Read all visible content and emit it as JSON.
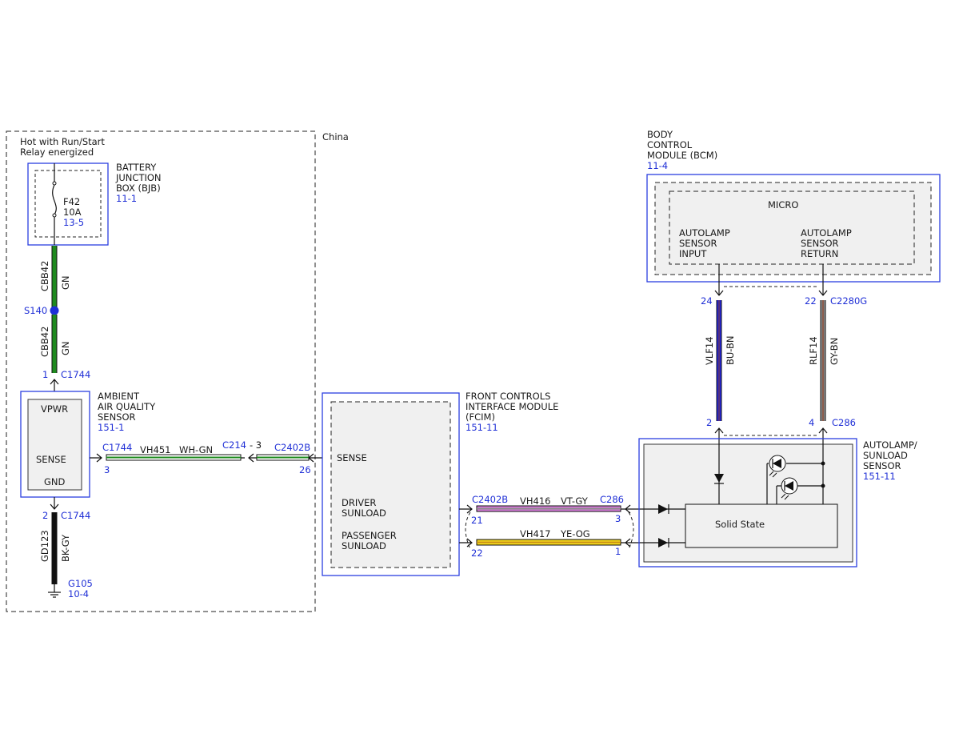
{
  "colors": {
    "green": "#1e8a1e",
    "blue": "#2424d6",
    "gray": "#8c8c8c",
    "brown": "#8a3b1e",
    "black": "#111111",
    "violet": "#d57ad8",
    "yellow": "#f0d21c",
    "white": "#ffffff",
    "label_blue": "#1f2fd6",
    "module_blue": "#2b3fe0"
  },
  "region_label": "China",
  "power_note": {
    "line1": "Hot with Run/Start",
    "line2": "Relay energized"
  },
  "bjb": {
    "line1": "BATTERY",
    "line2": "JUNCTION",
    "line3": "BOX (BJB)",
    "ref": "11-1",
    "fuse": "F42",
    "amp": "10A",
    "fuse_ref": "13-5"
  },
  "splice": {
    "id": "S140"
  },
  "wire_cbb42": {
    "circuit": "CBB42",
    "color": "GN"
  },
  "aqs": {
    "line1": "AMBIENT",
    "line2": "AIR QUALITY",
    "line3": "SENSOR",
    "ref": "151-1",
    "vpwr": "VPWR",
    "sense": "SENSE",
    "gnd": "GND"
  },
  "c1744_top": {
    "pin": "1",
    "connector": "C1744"
  },
  "c1744_bot": {
    "pin": "2",
    "connector": "C1744"
  },
  "ground_wire": {
    "circuit": "GD123",
    "color": "BK-GY"
  },
  "ground": {
    "id": "G105",
    "ref": "10-4"
  },
  "vh451": {
    "conn_left": "C1744",
    "pin_left": "3",
    "circuit": "VH451",
    "color": "WH-GN",
    "conn_mid": "C214",
    "pin_mid": "- 3",
    "conn_right": "C2402B",
    "pin_right": "26"
  },
  "fcim": {
    "line1": "FRONT CONTROLS",
    "line2": "INTERFACE MODULE",
    "line3": "(FCIM)",
    "ref": "151-11",
    "sense": "SENSE",
    "driver1": "DRIVER",
    "driver2": "SUNLOAD",
    "pass1": "PASSENGER",
    "pass2": "SUNLOAD"
  },
  "vh416": {
    "conn_left": "C2402B",
    "pin_left": "21",
    "circuit": "VH416",
    "color": "VT-GY",
    "conn_right": "C286",
    "pin_right": "3"
  },
  "vh417": {
    "pin_left": "22",
    "circuit": "VH417",
    "color": "YE-OG",
    "pin_right": "1"
  },
  "bcm": {
    "line1": "BODY",
    "line2": "CONTROL",
    "line3": "MODULE (BCM)",
    "ref": "11-4",
    "micro": "MICRO",
    "in1": "AUTOLAMP",
    "in2": "SENSOR",
    "in3": "INPUT",
    "ret1": "AUTOLAMP",
    "ret2": "SENSOR",
    "ret3": "RETURN"
  },
  "vlf14": {
    "circuit": "VLF14",
    "color": "BU-BN",
    "pin_top": "24",
    "pin_bottom": "2"
  },
  "rlf14": {
    "circuit": "RLF14",
    "color": "GY-BN",
    "pin_top": "22",
    "pin_bottom": "4",
    "conn_top": "C2280G",
    "conn_bottom": "C286"
  },
  "autolamp": {
    "line1": "AUTOLAMP/",
    "line2": "SUNLOAD",
    "line3": "SENSOR",
    "ref": "151-11",
    "solid_state": "Solid State"
  }
}
